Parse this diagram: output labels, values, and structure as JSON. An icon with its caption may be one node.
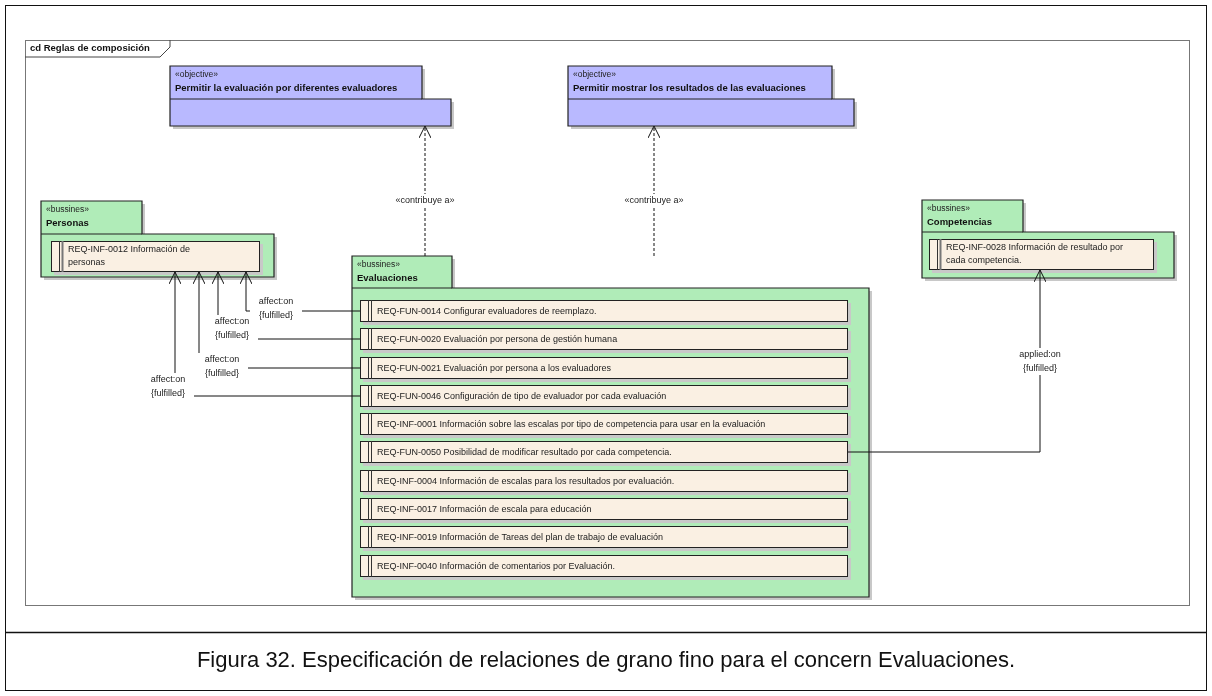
{
  "diagram": {
    "caption": "Figura 32. Especificación de relaciones de grano fino para el concern Evaluaciones.",
    "nodes": [
      {
        "text": [
          "cd Reglas de composición"
        ]
      },
      {
        "text": [
          "«objective»",
          "Permitir la evaluación por diferentes evaluadores"
        ],
        "in": 0
      },
      {
        "text": [
          "«objective»",
          "Permitir mostrar los  resultados de las evaluaciones"
        ],
        "in": 0
      },
      {
        "text": [
          "«bussines»",
          "Personas"
        ],
        "in": 0
      },
      {
        "text": [
          "REQ-INF-0012 Información de personas"
        ],
        "in": 3
      },
      {
        "text": [
          "«bussines»",
          "Evaluaciones"
        ],
        "in": 0
      },
      {
        "text": [
          "REQ-FUN-0014 Configurar evaluadores de reemplazo."
        ],
        "in": 5
      },
      {
        "text": [
          "REQ-FUN-0020 Evaluación por persona de gestión humana"
        ],
        "in": 5
      },
      {
        "text": [
          "REQ-FUN-0021 Evaluación por persona a los evaluadores"
        ],
        "in": 5
      },
      {
        "text": [
          "REQ-FUN-0046 Configuración de tipo de evaluador por cada evaluación"
        ],
        "in": 5
      },
      {
        "text": [
          "REQ-INF-0001 Información sobre las escalas por tipo de competencia para usar en la evaluación"
        ],
        "in": 5
      },
      {
        "text": [
          "REQ-FUN-0050 Posibilidad de modificar resultado por cada competencia."
        ],
        "in": 5
      },
      {
        "text": [
          "REQ-INF-0004 Información de escalas para los resultados por evaluación."
        ],
        "in": 5
      },
      {
        "text": [
          "REQ-INF-0017 Información de escala para educación"
        ],
        "in": 5
      },
      {
        "text": [
          "REQ-INF-0019 Información de Tareas del plan de trabajo de evaluación"
        ],
        "in": 5
      },
      {
        "text": [
          "REQ-INF-0040 Información de comentarios por Evaluación."
        ],
        "in": 5
      },
      {
        "text": [
          "«bussines»",
          "Competencias"
        ],
        "in": 0
      },
      {
        "text": [
          "REQ-INF-0028 Información de resultado por cada competencia."
        ],
        "in": 16
      }
    ],
    "edges": [
      {
        "from": 5,
        "to": 1,
        "arrow": "to",
        "style": "dashed",
        "label": "«contribuye a»"
      },
      {
        "from": null,
        "to": 2,
        "arrow": "to",
        "style": "dashed",
        "label": "«contribuye a»"
      },
      {
        "from": 6,
        "to": 4,
        "arrow": "to",
        "label": "affect:on {fulfilled}"
      },
      {
        "from": 7,
        "to": 4,
        "arrow": "to",
        "label": "affect:on {fulfilled}"
      },
      {
        "from": 8,
        "to": 4,
        "arrow": "to",
        "label": "affect:on {fulfilled}"
      },
      {
        "from": 9,
        "to": 4,
        "arrow": "to",
        "label": "affect:on {fulfilled}"
      },
      {
        "from": 11,
        "to": 17,
        "arrow": "to",
        "label": "applied:on {fulfilled}"
      }
    ]
  }
}
